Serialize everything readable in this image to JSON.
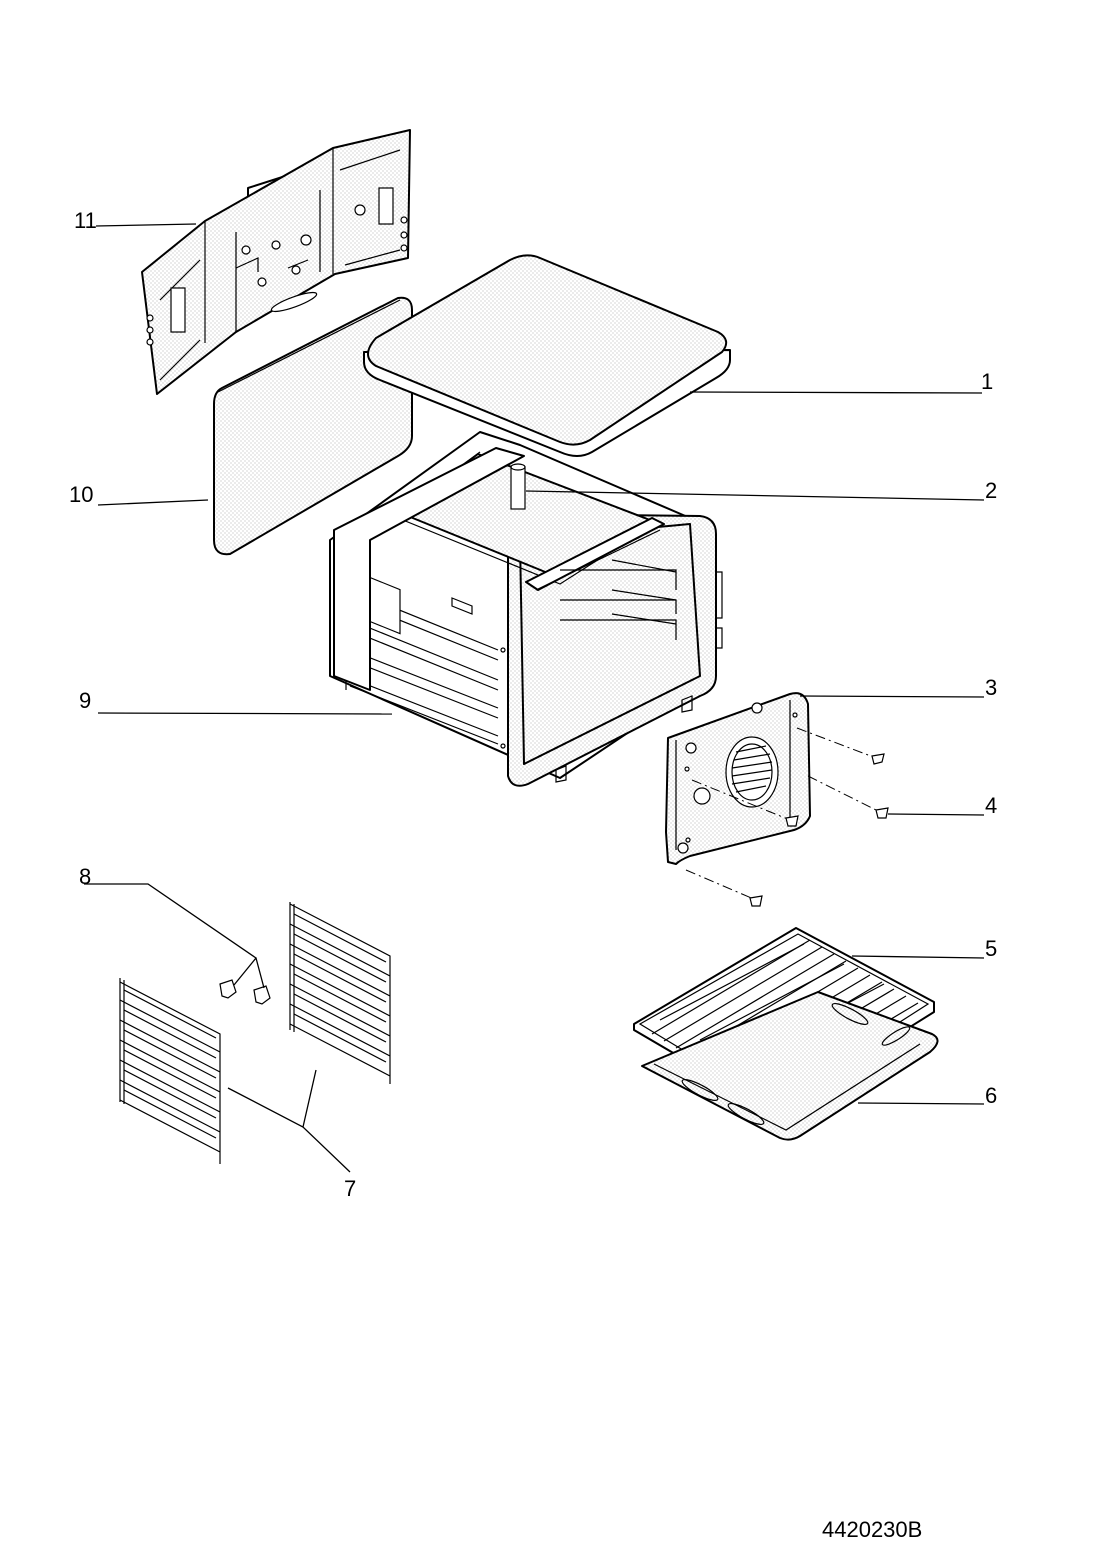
{
  "diagram": {
    "callouts": [
      {
        "id": "1",
        "label": "1"
      },
      {
        "id": "2",
        "label": "2"
      },
      {
        "id": "3",
        "label": "3"
      },
      {
        "id": "4",
        "label": "4"
      },
      {
        "id": "5",
        "label": "5"
      },
      {
        "id": "6",
        "label": "6"
      },
      {
        "id": "7",
        "label": "7"
      },
      {
        "id": "8",
        "label": "8"
      },
      {
        "id": "9",
        "label": "9"
      },
      {
        "id": "10",
        "label": "10"
      },
      {
        "id": "11",
        "label": "11"
      }
    ],
    "document_code": "4420230B"
  },
  "colors": {
    "line": "#000000",
    "background": "#ffffff"
  }
}
